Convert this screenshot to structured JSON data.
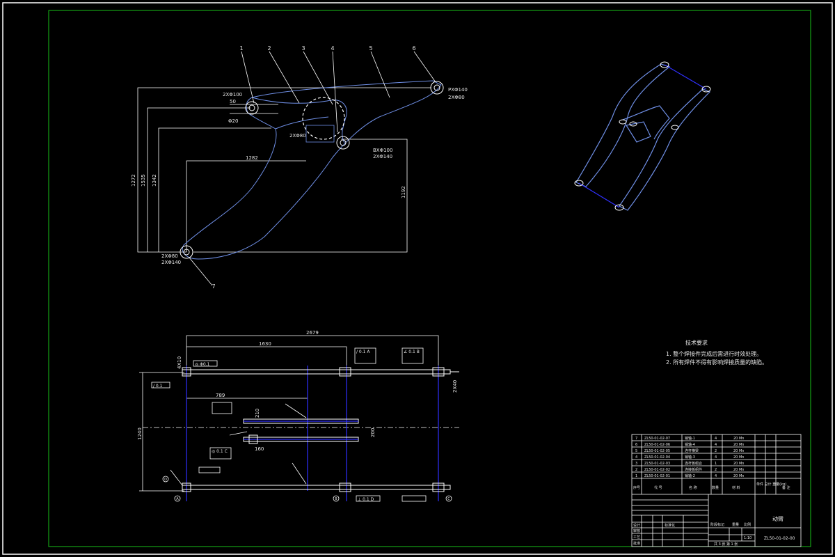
{
  "drawing": {
    "colors": {
      "background": "#000000",
      "frame": "#19c019",
      "outline": "#ffffff",
      "part_lines": "#6f8fe6",
      "center_lines": "#3030ff",
      "annotation": "#e6e6e6"
    }
  },
  "side_view": {
    "balloons": [
      "1",
      "2",
      "3",
      "4",
      "5",
      "6",
      "7"
    ],
    "dims": {
      "d1272": "1272",
      "d1535": "1535",
      "d1342": "1342",
      "d1282": "1282",
      "d1192": "1192",
      "d50": "50",
      "d20": "Φ20"
    },
    "pins": {
      "p1": "2XΦ100",
      "p6a": "PXΦ140",
      "p6b": "2XΦ80",
      "p3": "2XΦ80",
      "p4a": "BXΦ100",
      "p4b": "2XΦ140",
      "p7a": "2XΦ80",
      "p7b": "2XΦ140"
    }
  },
  "top_view": {
    "dims": {
      "d2679": "2679",
      "d1630": "1630",
      "d789": "789",
      "d1240": "1240",
      "d2x40": "2X40",
      "d4x10": "4X10",
      "d160": "160",
      "d210": "210",
      "d200": "200"
    },
    "frames": {
      "f1": "◎ Φ0.1",
      "f2": "/ 0.1",
      "f3": "/ 0.1 A",
      "f4": "∠ 0.1 B",
      "f5": "◎ 0.1 C",
      "f6": "⊥ 0.1 D"
    },
    "datums": [
      "A",
      "B",
      "C",
      "D"
    ]
  },
  "technical_requirements": {
    "title": "技术要求",
    "items": [
      "1. 整个焊接件完成后需进行时效处理。",
      "2. 所有焊件不得有影响焊接质量的缺陷。"
    ]
  },
  "title_block": {
    "parts_rows": [
      {
        "no": "7",
        "code": "ZL50-01-02-07",
        "name": "销轴-1",
        "qty": "4",
        "material": "20 Mn"
      },
      {
        "no": "6",
        "code": "ZL50-01-02-06",
        "name": "销轴-4",
        "qty": "4",
        "material": "20 Mn"
      },
      {
        "no": "5",
        "code": "ZL50-01-02-05",
        "name": "连杆横梁",
        "qty": "2",
        "material": "20 Mn"
      },
      {
        "no": "4",
        "code": "ZL50-01-02-04",
        "name": "销轴-3",
        "qty": "4",
        "material": "20 Mn"
      },
      {
        "no": "3",
        "code": "ZL50-01-02-03",
        "name": "连杆板组合",
        "qty": "1",
        "material": "20 Mn"
      },
      {
        "no": "2",
        "code": "ZL50-01-02-02",
        "name": "连接板组件",
        "qty": "2",
        "material": "20 Mn"
      },
      {
        "no": "1",
        "code": "ZL50-01-02-01",
        "name": "销轴-2",
        "qty": "4",
        "material": "20 Mn"
      }
    ],
    "header": {
      "no": "序号",
      "code": "代 号",
      "name": "名 称",
      "qty": "数量",
      "material": "材 料",
      "weight": "单件 总计 重量(kg)",
      "remark": "备 注"
    },
    "drawing_name": "动臂",
    "drawing_code": "ZL50-01-02-00",
    "scale": "1:10",
    "sheets": "共 3 张  第 1 张",
    "labels": {
      "design": "设计",
      "check": "审核",
      "process": "工艺",
      "approve": "批准",
      "standard": "标准化",
      "stage_mark": "阶段标记",
      "weight": "重量",
      "scale_label": "比例"
    }
  }
}
